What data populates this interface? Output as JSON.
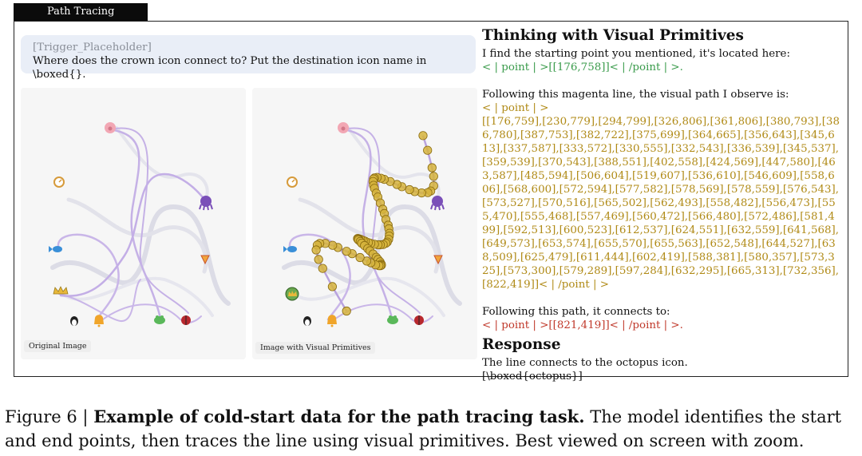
{
  "tab": {
    "label": "Path Tracing"
  },
  "question": {
    "placeholder": "[Trigger_Placeholder]",
    "text": "Where does the crown icon connect to? Put the destination icon name in \\boxed{}."
  },
  "panels": {
    "left_caption": "Original Image",
    "right_caption": "Image with Visual Primitives"
  },
  "reasoning": {
    "heading": "Thinking with Visual Primitives",
    "intro": "I find the starting point you mentioned, it's located here:",
    "start_point": "< | point | >[[176,758]]< | /point | >.",
    "trace_intro": "Following this magenta line, the visual path I observe is:",
    "trace_open": "< | point | >",
    "trace_coords": "[[176,759],[230,779],[294,799],[326,806],[361,806],[380,793],[386,780],[387,753],[382,722],[375,699],[364,665],[356,643],[345,613],[337,587],[333,572],[330,555],[332,543],[336,539],[345,537],[359,539],[370,543],[388,551],[402,558],[424,569],[447,580],[463,587],[485,594],[506,604],[519,607],[536,610],[546,609],[558,606],[568,600],[572,594],[577,582],[578,569],[578,559],[576,543],[573,527],[570,516],[565,502],[562,493],[558,482],[556,473],[555,470],[555,468],[557,469],[560,472],[566,480],[572,486],[581,499],[592,513],[600,523],[612,537],[624,551],[632,559],[641,568],[649,573],[653,574],[655,570],[655,563],[652,548],[644,527],[638,509],[625,479],[611,444],[602,419],[588,381],[580,357],[573,325],[573,300],[579,289],[597,284],[632,295],[665,313],[732,356],[822,419]]",
    "trace_close": "< | /point | >",
    "connect_intro": "Following this path, it connects to:",
    "end_point": "< | point | >[[821,419]]< | /point | >.",
    "response_heading": "Response",
    "response_text": "The line connects to the octopus icon.",
    "answer": "[\\boxed{octopus}]"
  },
  "figure_caption": {
    "label": "Figure 6 | ",
    "bold": "Example of cold-start data for the path tracing task.",
    "rest": " The model identifies the start and end points, then traces the line using visual primitives. Best viewed on screen with zoom."
  },
  "colors": {
    "path_line": "#b9a3df",
    "faint_line": "#d8d8e4",
    "primitive_fill": "#d6b43c",
    "primitive_stroke": "#8a6b10",
    "start_color": "#3a9b4b",
    "trace_color": "#b08a16",
    "end_color": "#c0392b"
  },
  "icons": [
    "pig-icon",
    "clock-icon",
    "octopus-icon",
    "fish-icon",
    "pizza-icon",
    "crown-icon",
    "penguin-icon",
    "bell-icon",
    "frog-icon",
    "ladybug-icon"
  ]
}
